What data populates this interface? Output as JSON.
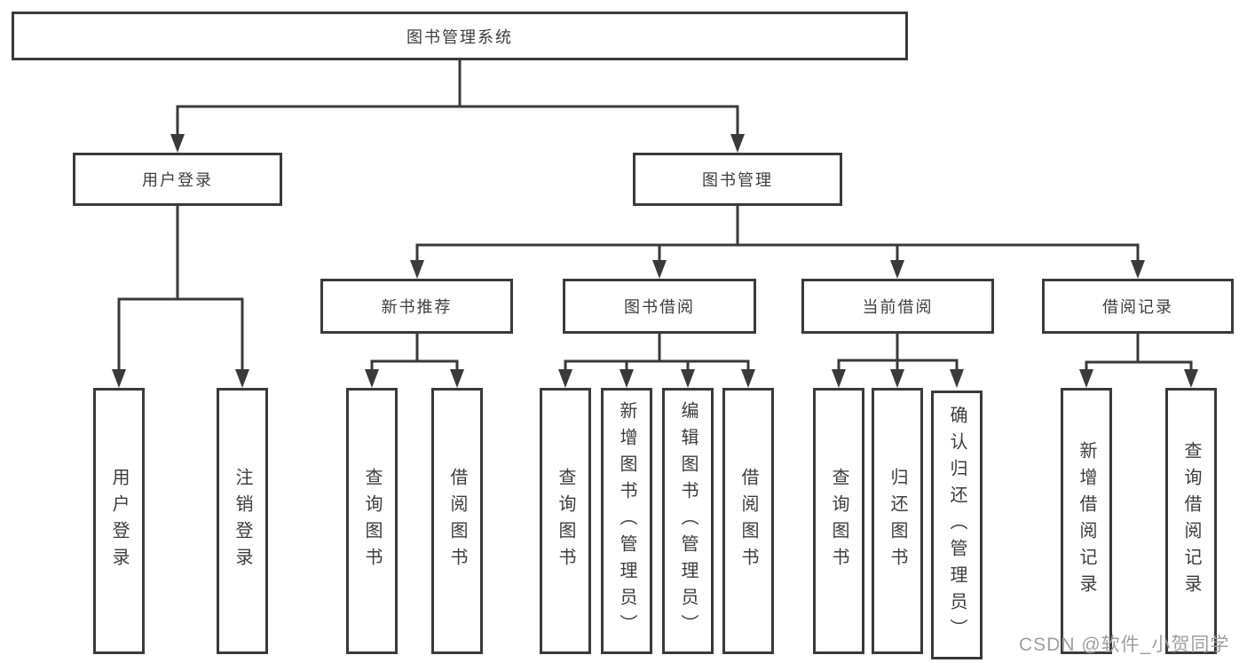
{
  "colors": {
    "line": "#3a3a3a",
    "text": "#3d3d3d",
    "box_background": "#ffffff",
    "page_background": "#ffffff",
    "watermark": "#9e9e9e"
  },
  "watermark": {
    "text": "CSDN @软件_小贺同学"
  },
  "tree": {
    "root": {
      "label": "图书管理系统"
    },
    "branches": [
      {
        "label": "用户登录",
        "children": [
          {
            "label": "用户登录"
          },
          {
            "label": "注销登录"
          }
        ]
      },
      {
        "label": "图书管理",
        "children": [
          {
            "label": "新书推荐",
            "children": [
              {
                "label": "查询图书"
              },
              {
                "label": "借阅图书"
              }
            ]
          },
          {
            "label": "图书借阅",
            "children": [
              {
                "label": "查询图书"
              },
              {
                "label": "新增图书（管理员）"
              },
              {
                "label": "编辑图书（管理员）"
              },
              {
                "label": "借阅图书"
              }
            ]
          },
          {
            "label": "当前借阅",
            "children": [
              {
                "label": "查询图书"
              },
              {
                "label": "归还图书"
              },
              {
                "label": "确认归还（管理员）"
              }
            ]
          },
          {
            "label": "借阅记录",
            "children": [
              {
                "label": "新增借阅记录"
              },
              {
                "label": "查询借阅记录"
              }
            ]
          }
        ]
      }
    ]
  }
}
